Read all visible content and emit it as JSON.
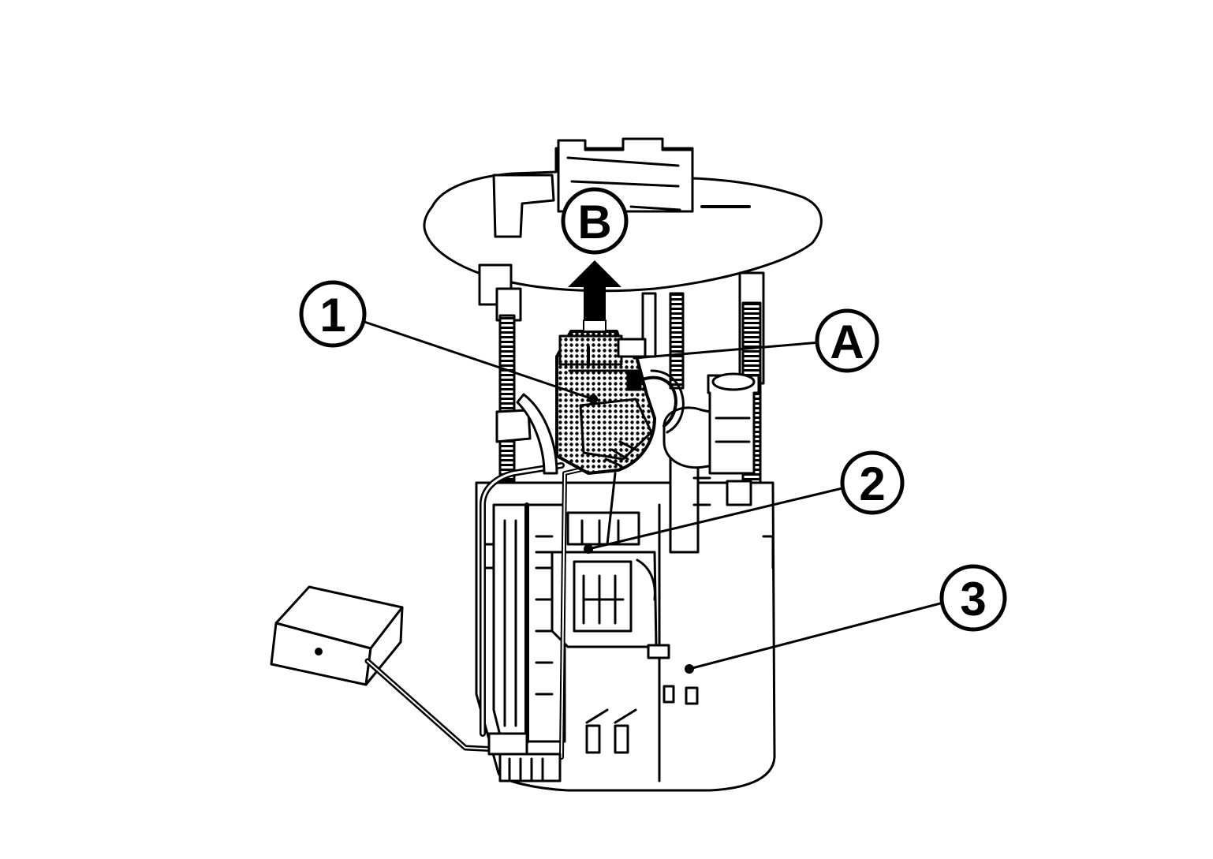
{
  "callouts": {
    "one": "1",
    "two": "2",
    "three": "3",
    "a": "A",
    "b": "B"
  },
  "colors": {
    "ink": "#000000",
    "paper": "#ffffff",
    "highlight_fill": "#6f6f6f"
  }
}
